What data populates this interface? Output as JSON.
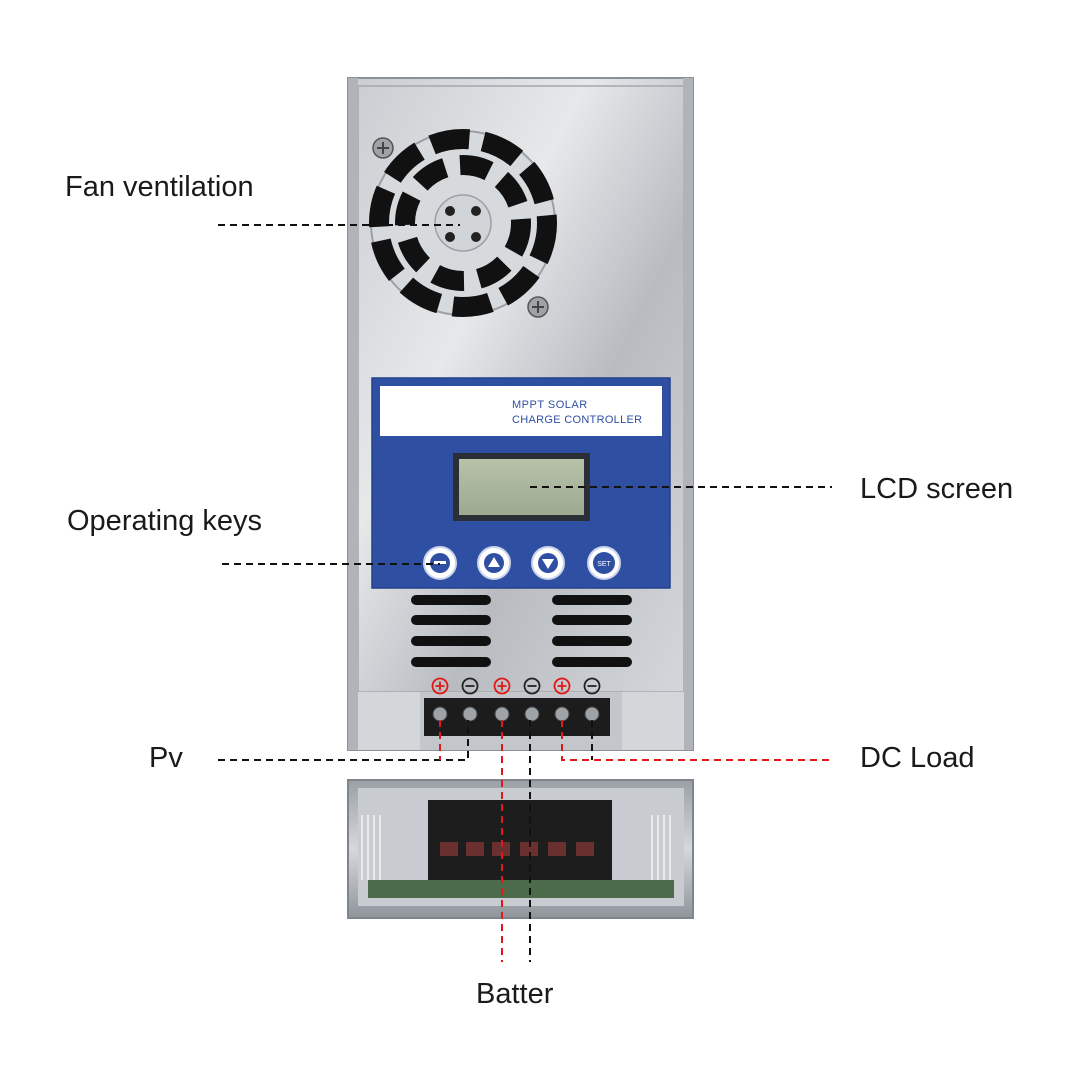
{
  "labels": {
    "fan": "Fan ventilation",
    "keys": "Operating keys",
    "lcd": "LCD screen",
    "pv": "Pv",
    "dc_load": "DC Load",
    "battery": "Batter"
  },
  "device": {
    "panel_line1": "MPPT SOLAR",
    "panel_line2": "CHARGE CONTROLLER",
    "set_key": "SET",
    "polarity": [
      "+",
      "−",
      "+",
      "−",
      "+",
      "−"
    ]
  },
  "colors": {
    "panel_blue": "#2f4fa3",
    "lcd_green": "#a9b59c",
    "positive_red": "#e01818",
    "leader_black": "#111111"
  }
}
